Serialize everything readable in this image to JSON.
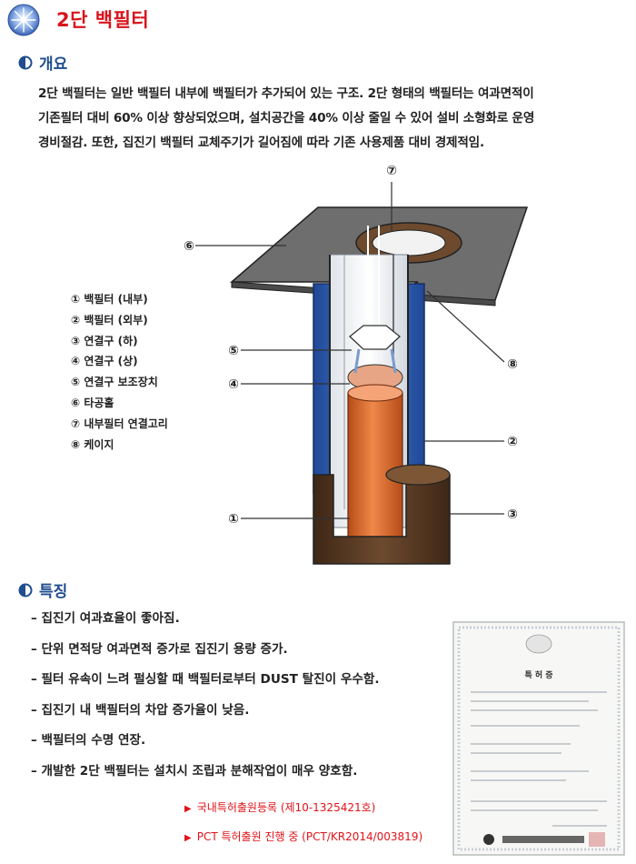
{
  "title": "2단 백필터",
  "sections": {
    "overview": {
      "title": "개요"
    },
    "features": {
      "title": "특징"
    }
  },
  "overview_lines": [
    "2단 백필터는 일반 백필터 내부에 백필터가 추가되어 있는 구조. 2단 형태의 백필터는 여과면적이",
    "기존필터 대비 60% 이상 향상되었으며, 설치공간을 40% 이상 줄일 수 있어 설비 소형화로 운영",
    "경비절감. 또한, 집진기 백필터 교체주기가 길어짐에 따라 기존 사용제품 대비 경제적임."
  ],
  "legend": [
    "① 백필터 (내부)",
    "② 백필터 (외부)",
    "③ 연결구 (하)",
    "④ 연결구 (상)",
    "⑤ 연결구 보조장치",
    "⑥ 타공홀",
    "⑦ 내부필터 연결고리",
    "⑧ 케이지"
  ],
  "diagram_labels": {
    "n1": "①",
    "n2": "②",
    "n3": "③",
    "n4": "④",
    "n5": "⑤",
    "n6": "⑥",
    "n7": "⑦",
    "n8": "⑧"
  },
  "features": [
    "– 집진기 여과효율이 좋아짐.",
    "– 단위 면적당 여과면적 증가로 집진기 용량 증가.",
    "– 필터 유속이 느려 펄싱할 때 백필터로부터 DUST 탈진이 우수함.",
    "– 집진기 내 백필터의 차압 증가율이 낮음.",
    "– 백필터의 수명 연장.",
    "– 개발한 2단 백필터는 설치시 조립과 분해작업이 매우 양호함."
  ],
  "certificate": {
    "title": "특 허 증"
  },
  "patents": [
    "국내특허출원등록 (제10-1325421호)",
    "PCT 특허출원 진행 중 (PCT/KR2014/003819)"
  ],
  "colors": {
    "title_red": "#d8141c",
    "heading_blue": "#1f4d8e",
    "filter_blue": "#2f63b8",
    "inner_orange": "#d9682a",
    "connector_brown": "#5a3b24",
    "plate_gray": "#6e6e6e"
  }
}
